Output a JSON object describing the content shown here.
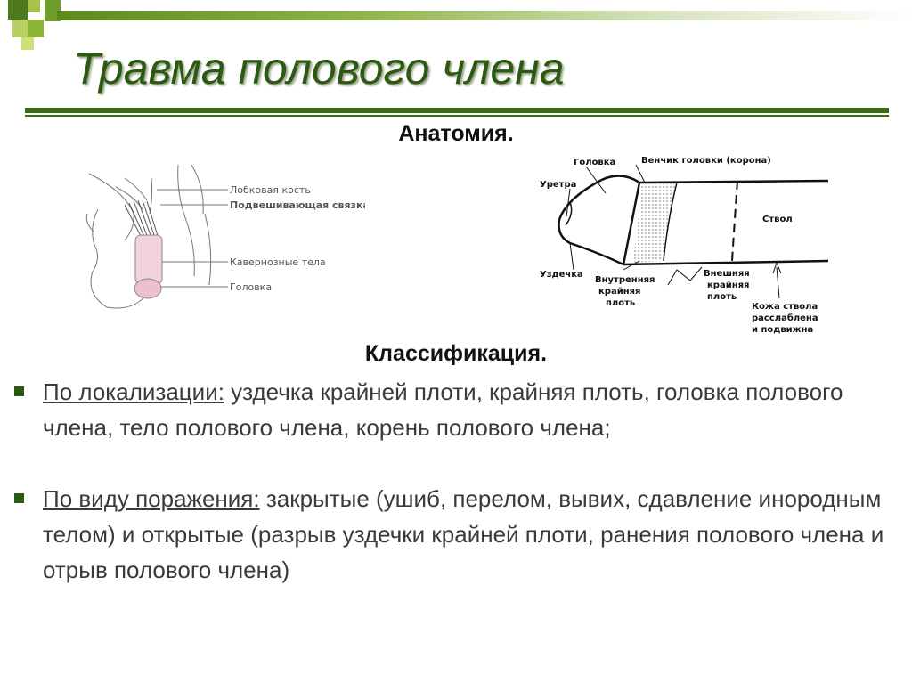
{
  "slide": {
    "title": "Травма полового члена",
    "accent_color": "#2d5a12",
    "gradient_colors": [
      "#5b8a1c",
      "#8fb34a",
      "#d5e2bd"
    ]
  },
  "anatomy": {
    "heading": "Анатомия.",
    "left_figure": {
      "labels": [
        "Лобковая кость",
        "Подвешивающая связка",
        "Кавернозные тела",
        "Головка"
      ]
    },
    "right_figure": {
      "labels": {
        "glans": "Головка",
        "corona": "Венчик головки (корона)",
        "urethra": "Уретра",
        "shaft": "Ствол",
        "frenulum": "Уздечка",
        "inner_foreskin": [
          "Внутренняя",
          "крайняя",
          "плоть"
        ],
        "outer_foreskin": [
          "Внешняя",
          "крайняя",
          "плоть"
        ],
        "shaft_skin": [
          "Кожа ствола",
          "расслаблена",
          "и подвижна"
        ]
      }
    }
  },
  "classification": {
    "heading": "Классификация.",
    "items": [
      {
        "label": "По локализации:",
        "text": " уздечка крайней плоти, крайняя плоть, головка полового члена, тело полового члена, корень полового члена;"
      },
      {
        "label": "По виду поражения:",
        "text": " закрытые (ушиб, перелом, вывих, сдавление инородным телом) и открытые (разрыв уздечки крайней плоти, ранения полового члена и отрыв полового члена)"
      }
    ]
  }
}
